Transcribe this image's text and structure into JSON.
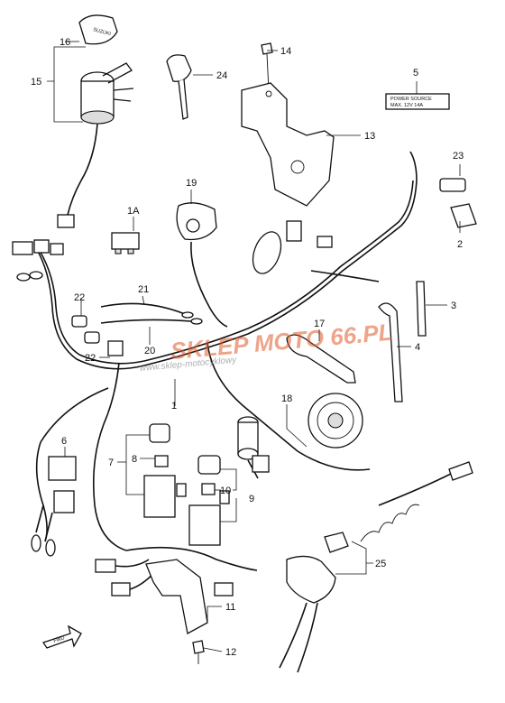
{
  "callouts": {
    "c1": "1",
    "c1a": "1A",
    "c2": "2",
    "c3": "3",
    "c4": "4",
    "c5": "5",
    "c6": "6",
    "c7": "7",
    "c8": "8",
    "c9": "9",
    "c10": "10",
    "c11": "11",
    "c12": "12",
    "c13": "13",
    "c14": "14",
    "c15": "15",
    "c16": "16",
    "c17": "17",
    "c18": "18",
    "c19": "19",
    "c20": "20",
    "c21": "21",
    "c22a": "22",
    "c22b": "22",
    "c23": "23",
    "c24": "24",
    "c25": "25"
  },
  "label_plate": {
    "line1": "POWER  SOURCE",
    "line2": "MAX.   12V   14A"
  },
  "cap_text": "SUZUKI",
  "front_arrow": "FWD",
  "watermark": {
    "main": "SKLEP MOTO 66.PL",
    "sub": "www.sklep-motocyklowy"
  }
}
